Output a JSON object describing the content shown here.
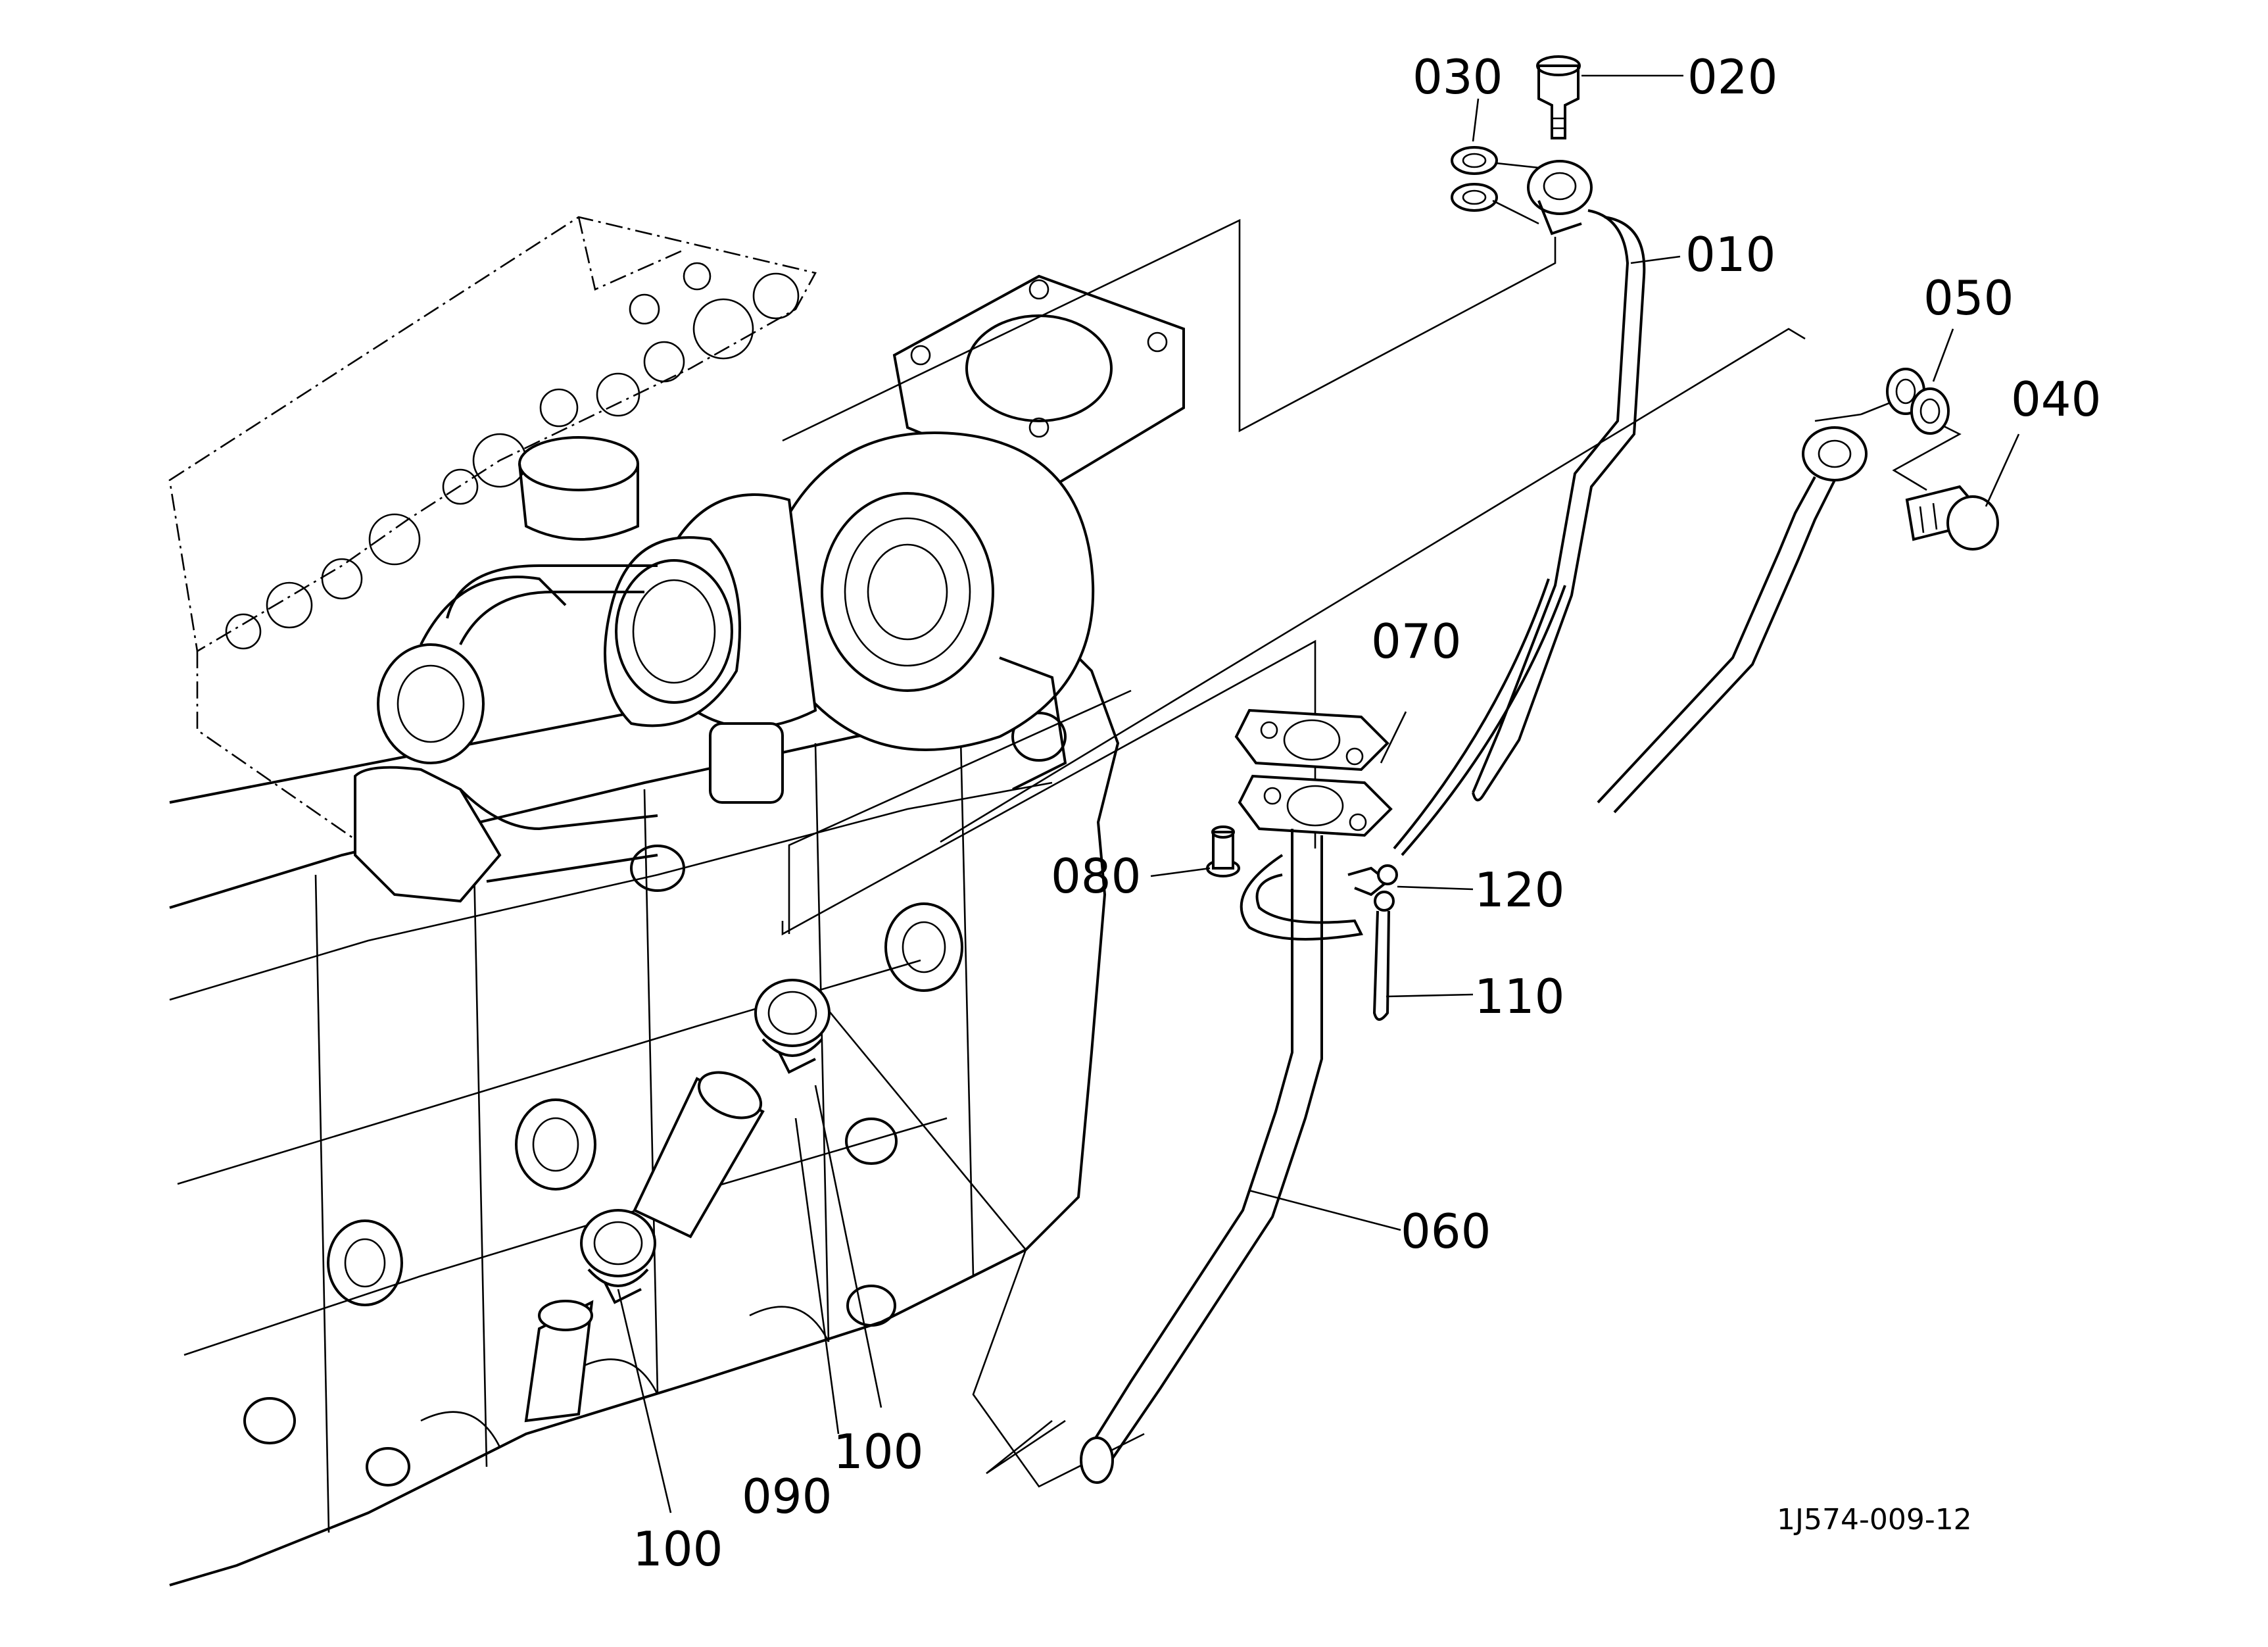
{
  "diagram": {
    "reference_code": "1J574-009-12",
    "callouts": [
      {
        "id": "010",
        "label": "010"
      },
      {
        "id": "020",
        "label": "020"
      },
      {
        "id": "030",
        "label": "030"
      },
      {
        "id": "040",
        "label": "040"
      },
      {
        "id": "050",
        "label": "050"
      },
      {
        "id": "060",
        "label": "060"
      },
      {
        "id": "070",
        "label": "070"
      },
      {
        "id": "080",
        "label": "080"
      },
      {
        "id": "090",
        "label": "090"
      },
      {
        "id": "100a",
        "label": "100"
      },
      {
        "id": "100b",
        "label": "100"
      },
      {
        "id": "110",
        "label": "110"
      },
      {
        "id": "120",
        "label": "120"
      }
    ]
  }
}
